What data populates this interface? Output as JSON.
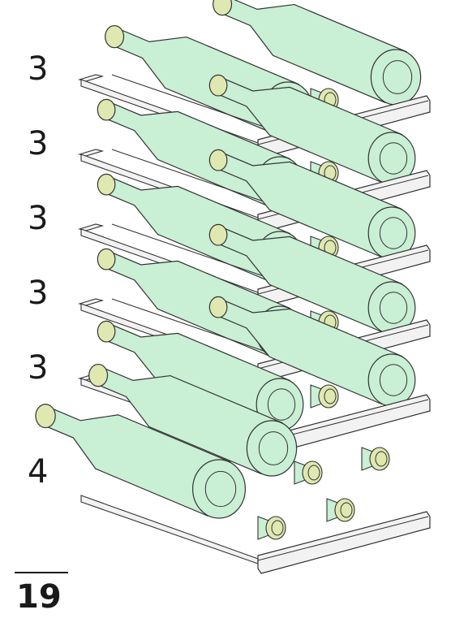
{
  "shelves": [
    {
      "count": "3",
      "bottles": 3
    },
    {
      "count": "3",
      "bottles": 3
    },
    {
      "count": "3",
      "bottles": 3
    },
    {
      "count": "3",
      "bottles": 3
    },
    {
      "count": "3",
      "bottles": 3
    },
    {
      "count": "4",
      "bottles": 4
    }
  ],
  "total": "19",
  "colors": {
    "bottle": "#c9efd4",
    "bottle_stroke": "#333333",
    "cap": "#dfe8b0",
    "rail": "#f2f2f2",
    "rail_stroke": "#333333"
  }
}
